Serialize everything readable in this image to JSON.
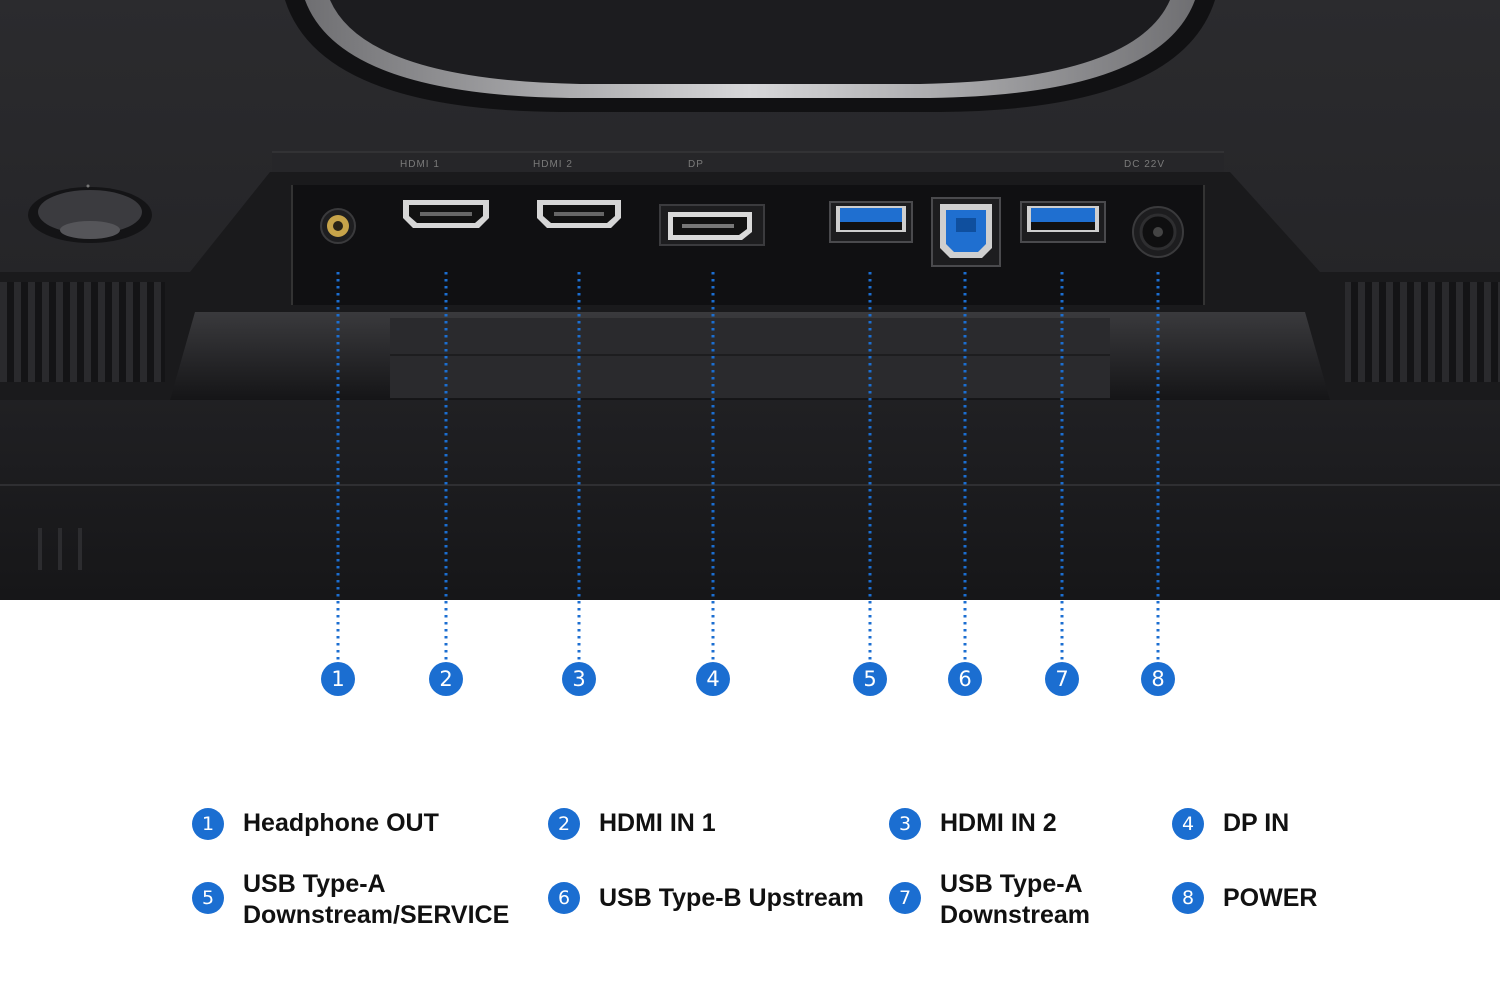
{
  "colors": {
    "accent": "#1b6ed1",
    "bezel": "#1c1c1e",
    "text": "#111111"
  },
  "panel_labels": [
    "HDMI 1",
    "HDMI 2",
    "DP",
    "DC 22V"
  ],
  "callouts": [
    {
      "number": "1",
      "icon": "headphone-jack-icon"
    },
    {
      "number": "2",
      "icon": "hdmi-port-icon"
    },
    {
      "number": "3",
      "icon": "hdmi-port-icon"
    },
    {
      "number": "4",
      "icon": "displayport-icon"
    },
    {
      "number": "5",
      "icon": "usb-a-port-icon"
    },
    {
      "number": "6",
      "icon": "usb-b-port-icon"
    },
    {
      "number": "7",
      "icon": "usb-a-port-icon"
    },
    {
      "number": "8",
      "icon": "power-jack-icon"
    }
  ],
  "legend": [
    {
      "number": "1",
      "line1": "Headphone OUT",
      "line2": ""
    },
    {
      "number": "2",
      "line1": "HDMI IN 1",
      "line2": ""
    },
    {
      "number": "3",
      "line1": "HDMI IN 2",
      "line2": ""
    },
    {
      "number": "4",
      "line1": "DP IN",
      "line2": ""
    },
    {
      "number": "5",
      "line1": "USB Type-A",
      "line2": "Downstream/SERVICE"
    },
    {
      "number": "6",
      "line1": "USB Type-B Upstream",
      "line2": ""
    },
    {
      "number": "7",
      "line1": "USB Type-A",
      "line2": "Downstream"
    },
    {
      "number": "8",
      "line1": "POWER",
      "line2": ""
    }
  ]
}
